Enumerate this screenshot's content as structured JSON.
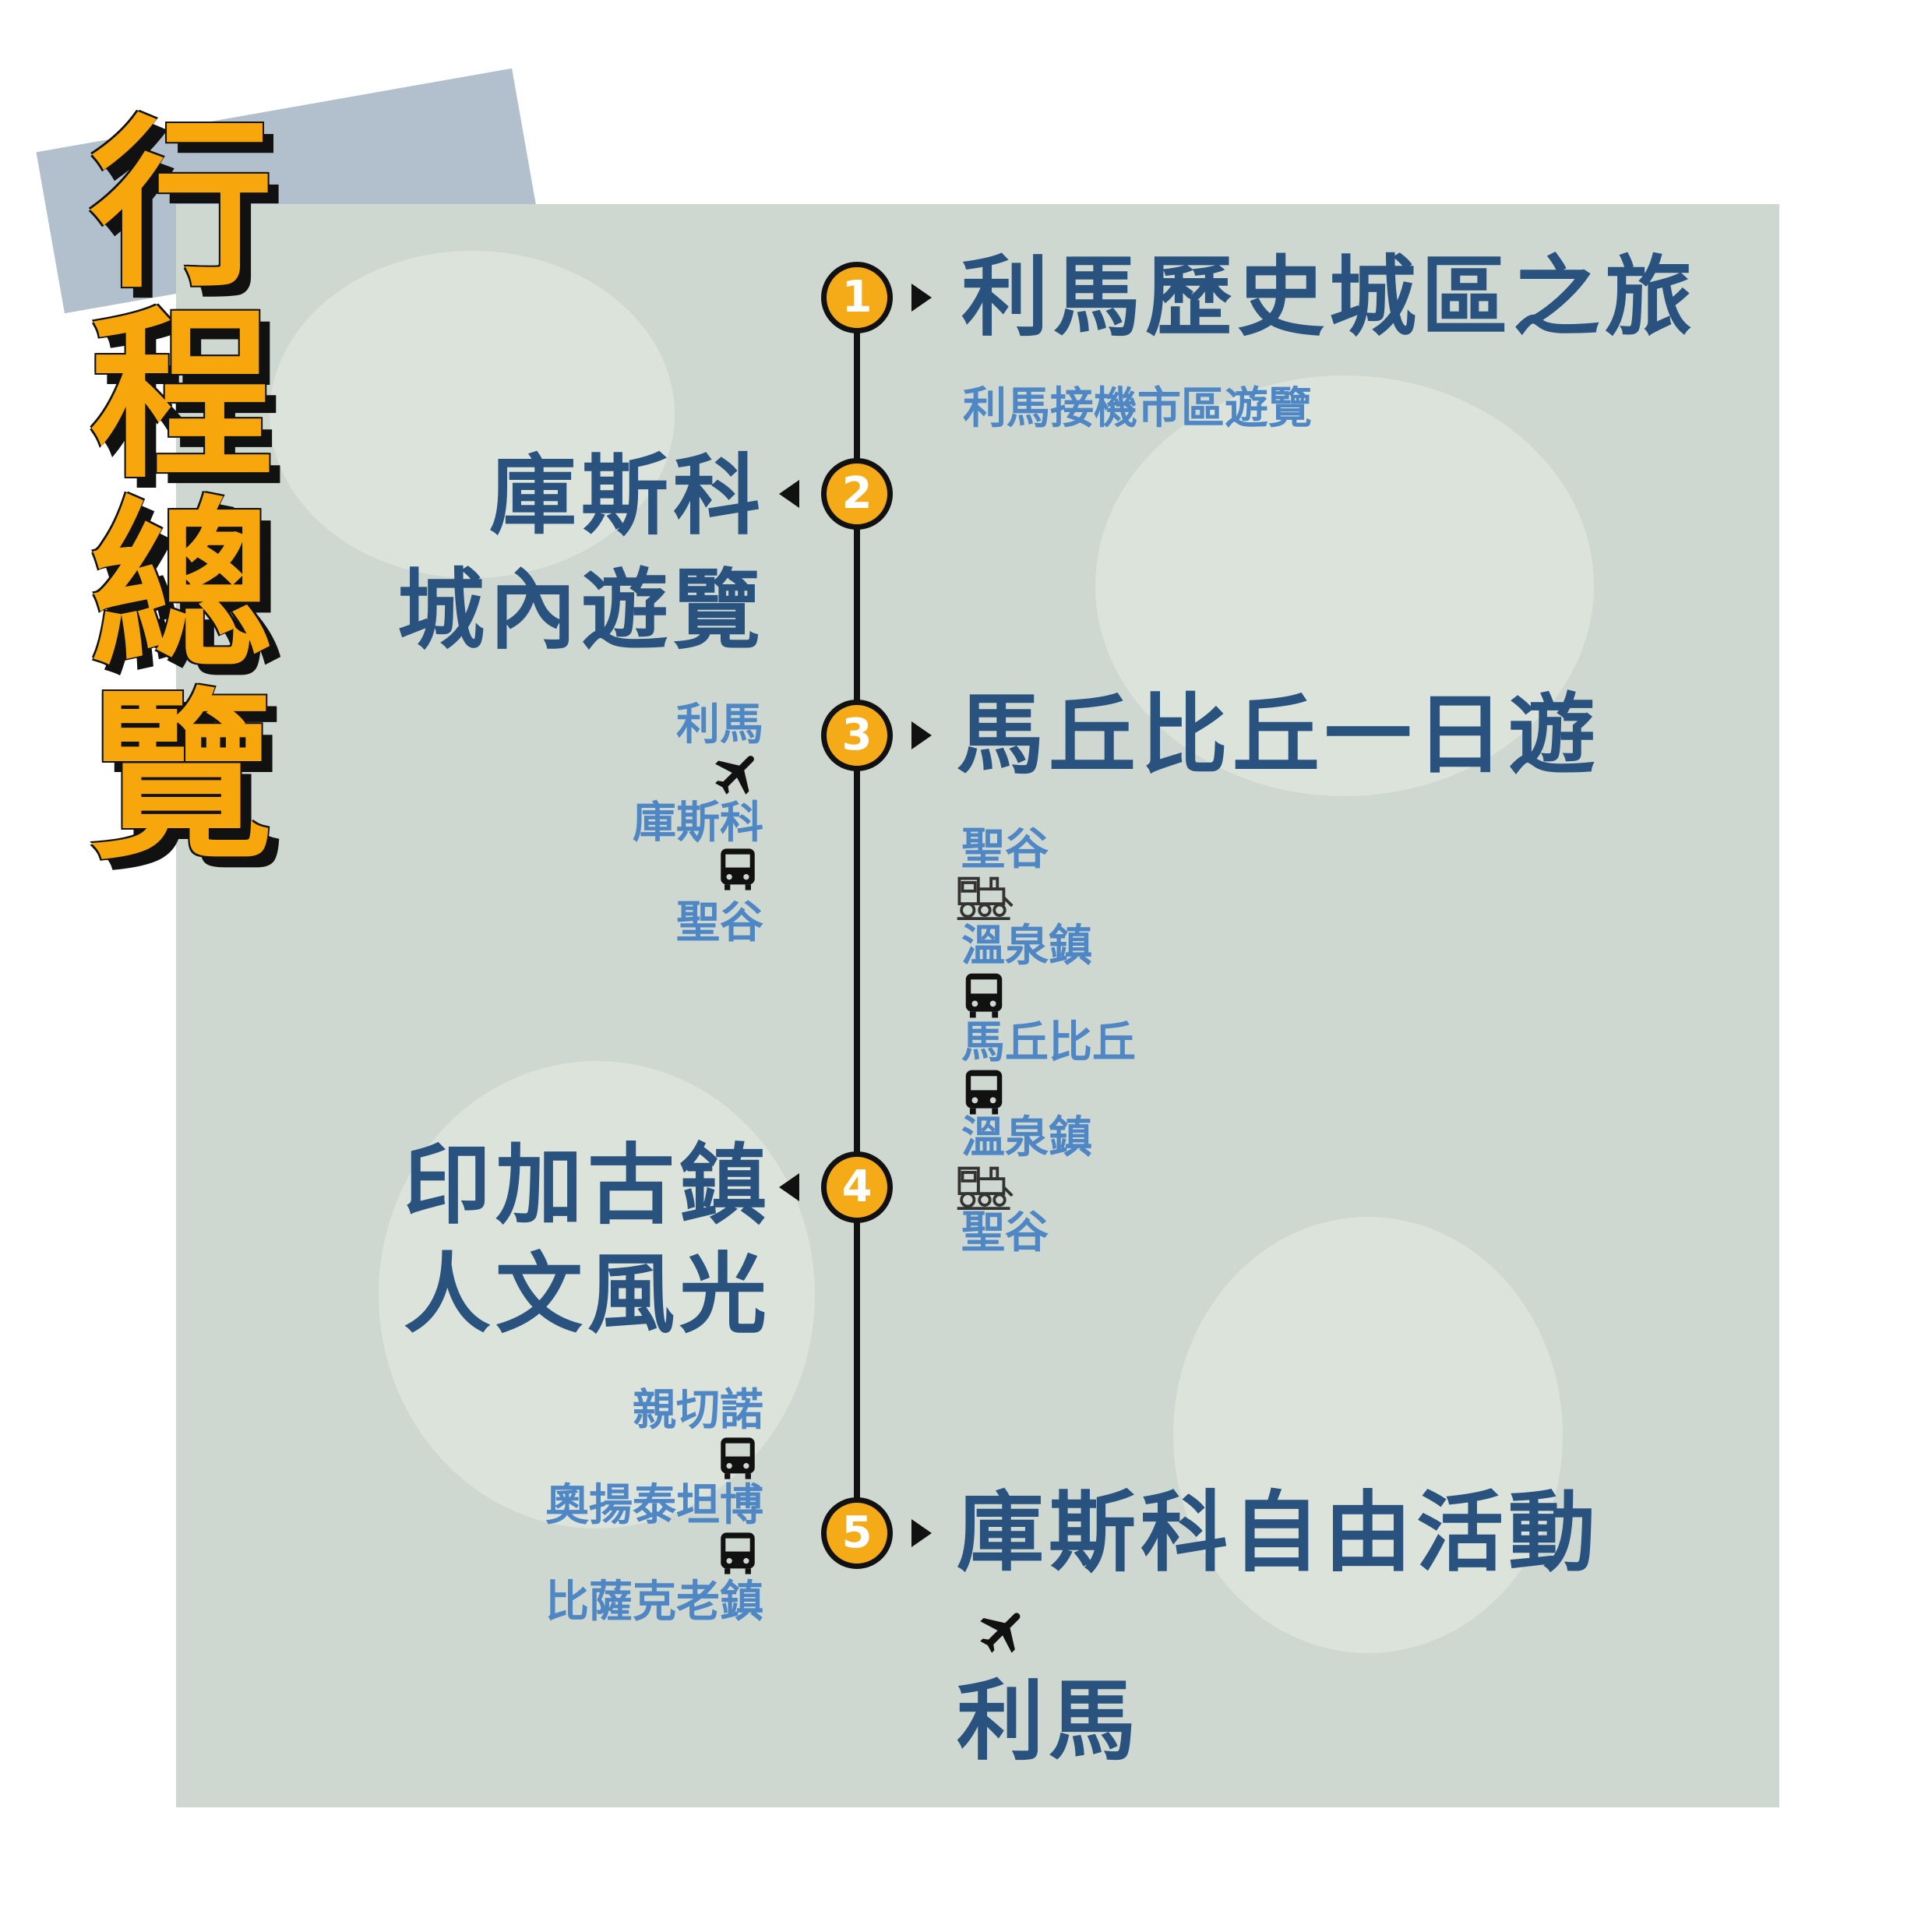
{
  "title": [
    "行",
    "程",
    "總",
    "覽"
  ],
  "colors": {
    "title": "#f7a70b",
    "heading": "#29527f",
    "stop": "#4f86c4",
    "marker": "#f5aa17",
    "line": "#111111",
    "panel": "#cfd8d0"
  },
  "days": [
    {
      "number": "1",
      "heading_lines": [
        "利馬歷史城區之旅"
      ],
      "subtitle": "利馬接機市區遊覽",
      "side": "right"
    },
    {
      "number": "2",
      "heading_lines": [
        "庫斯科",
        "城內遊覽"
      ],
      "side": "left",
      "stops": [
        "利馬",
        "庫斯科",
        "聖谷"
      ],
      "transports": [
        "plane-icon",
        "bus-icon"
      ]
    },
    {
      "number": "3",
      "heading_lines": [
        "馬丘比丘一日遊"
      ],
      "side": "right",
      "stops": [
        "聖谷",
        "溫泉鎮",
        "馬丘比丘",
        "溫泉鎮",
        "聖谷"
      ],
      "transports": [
        "train-icon",
        "bus-icon",
        "bus-icon",
        "train-icon"
      ]
    },
    {
      "number": "4",
      "heading_lines": [
        "印加古鎮",
        "人文風光"
      ],
      "side": "left",
      "stops": [
        "親切諾",
        "奧揚泰坦博",
        "比薩克老鎮"
      ],
      "transports": [
        "bus-icon",
        "bus-icon"
      ]
    },
    {
      "number": "5",
      "heading_lines": [
        "庫斯科自由活動",
        "利馬"
      ],
      "side": "right",
      "transports": [
        "plane-icon"
      ]
    }
  ]
}
